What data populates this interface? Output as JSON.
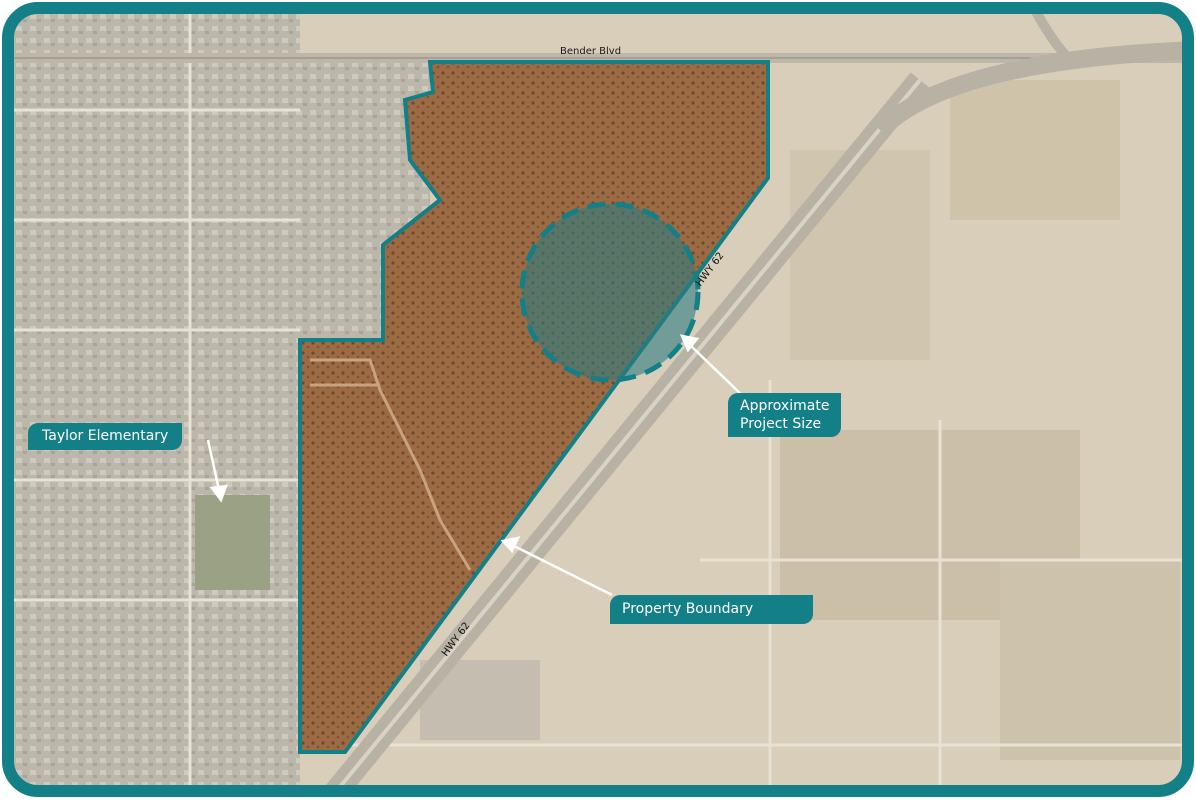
{
  "labels": {
    "top_road": "Bender Blvd",
    "highway_upper": "HWY 62",
    "highway_lower": "HWY 62"
  },
  "callouts": {
    "school": "Taylor Elementary",
    "project_line1": "Approximate",
    "project_line2": "Project Size",
    "boundary": "Property Boundary"
  },
  "colors": {
    "teal": "#137f86",
    "desert": "#d6cbb6",
    "property": "#9a6a45",
    "residential": "#b9b4a8"
  }
}
